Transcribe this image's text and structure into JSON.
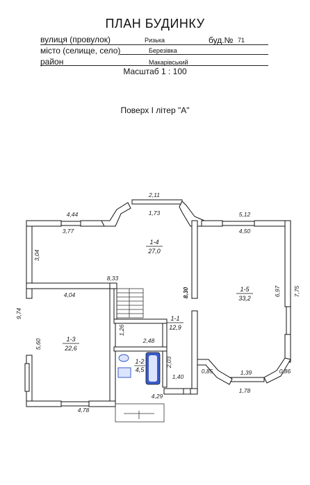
{
  "header": {
    "title": "ПЛАН БУДИНКУ",
    "street_label": "вулиця (провулок)",
    "street_value": "Ризька",
    "building_label": "буд.№",
    "building_value": "71",
    "city_label": "місто (селище, село)",
    "city_value": "Березівка",
    "district_label": "район",
    "district_value": "Макарівський",
    "scale": "Масштаб 1 : 100"
  },
  "floor_title": "Поверх І літер \"А\"",
  "rooms": [
    {
      "id": "1-4",
      "area": "27,0"
    },
    {
      "id": "1-5",
      "area": "33,2"
    },
    {
      "id": "1-3",
      "area": "22,6"
    },
    {
      "id": "1-1",
      "area": "12,9"
    },
    {
      "id": "1-2",
      "area": "4,5"
    }
  ],
  "dimensions": {
    "d211": "2,11",
    "d173": "1,73",
    "d444": "4,44",
    "d377": "3,77",
    "d512": "5,12",
    "d450": "4,50",
    "d304": "3,04",
    "d833": "8,33",
    "d404": "4,04",
    "d974": "9,74",
    "d560": "5,60",
    "d830": "8,30",
    "d697": "6,97",
    "d775": "7,75",
    "d126": "1,26",
    "d248": "2,48",
    "d203": "2,03",
    "d140": "1,40",
    "d085": "0,85",
    "d139": "1,39",
    "d086": "0,86",
    "d178": "1,78",
    "d429": "4,29",
    "d478": "4,78"
  }
}
